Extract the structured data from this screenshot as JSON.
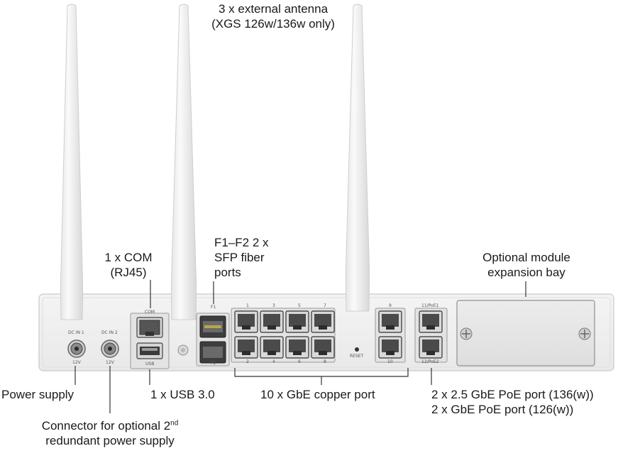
{
  "callouts": {
    "antenna_line1": "3 x external antenna",
    "antenna_line2": "(XGS 126w/136w only)",
    "com_line1": "1 x COM",
    "com_line2": "(RJ45)",
    "sfp_line1": "F1–F2 2 x",
    "sfp_line2": "SFP fiber",
    "sfp_line3": "ports",
    "expansion_line1": "Optional module",
    "expansion_line2": "expansion bay",
    "power_supply": "Power supply",
    "usb": "1 x USB 3.0",
    "copper": "10 x GbE copper port",
    "poe_line1": "2 x 2.5 GbE PoE port (136(w))",
    "poe_line2": "2 x GbE PoE port (126(w))",
    "redundant_line1_pre": "Connector for optional 2",
    "redundant_line1_sup": "nd",
    "redundant_line2": "redundant power supply"
  },
  "panel_text": {
    "dc_in_1": "DC IN 1",
    "dc_in_2": "DC IN 2",
    "volt_1": "12V",
    "volt_2": "12V",
    "com": "COM",
    "usb": "USB",
    "f1": "F1",
    "f2": "F2",
    "port_top": [
      "1",
      "3",
      "5",
      "7"
    ],
    "port_bottom": [
      "2",
      "4",
      "6",
      "8"
    ],
    "port_9": "9",
    "port_10": "10",
    "reset": "RESET",
    "poe_top": "11/PoE1",
    "poe_bottom": "12/PoE2"
  }
}
